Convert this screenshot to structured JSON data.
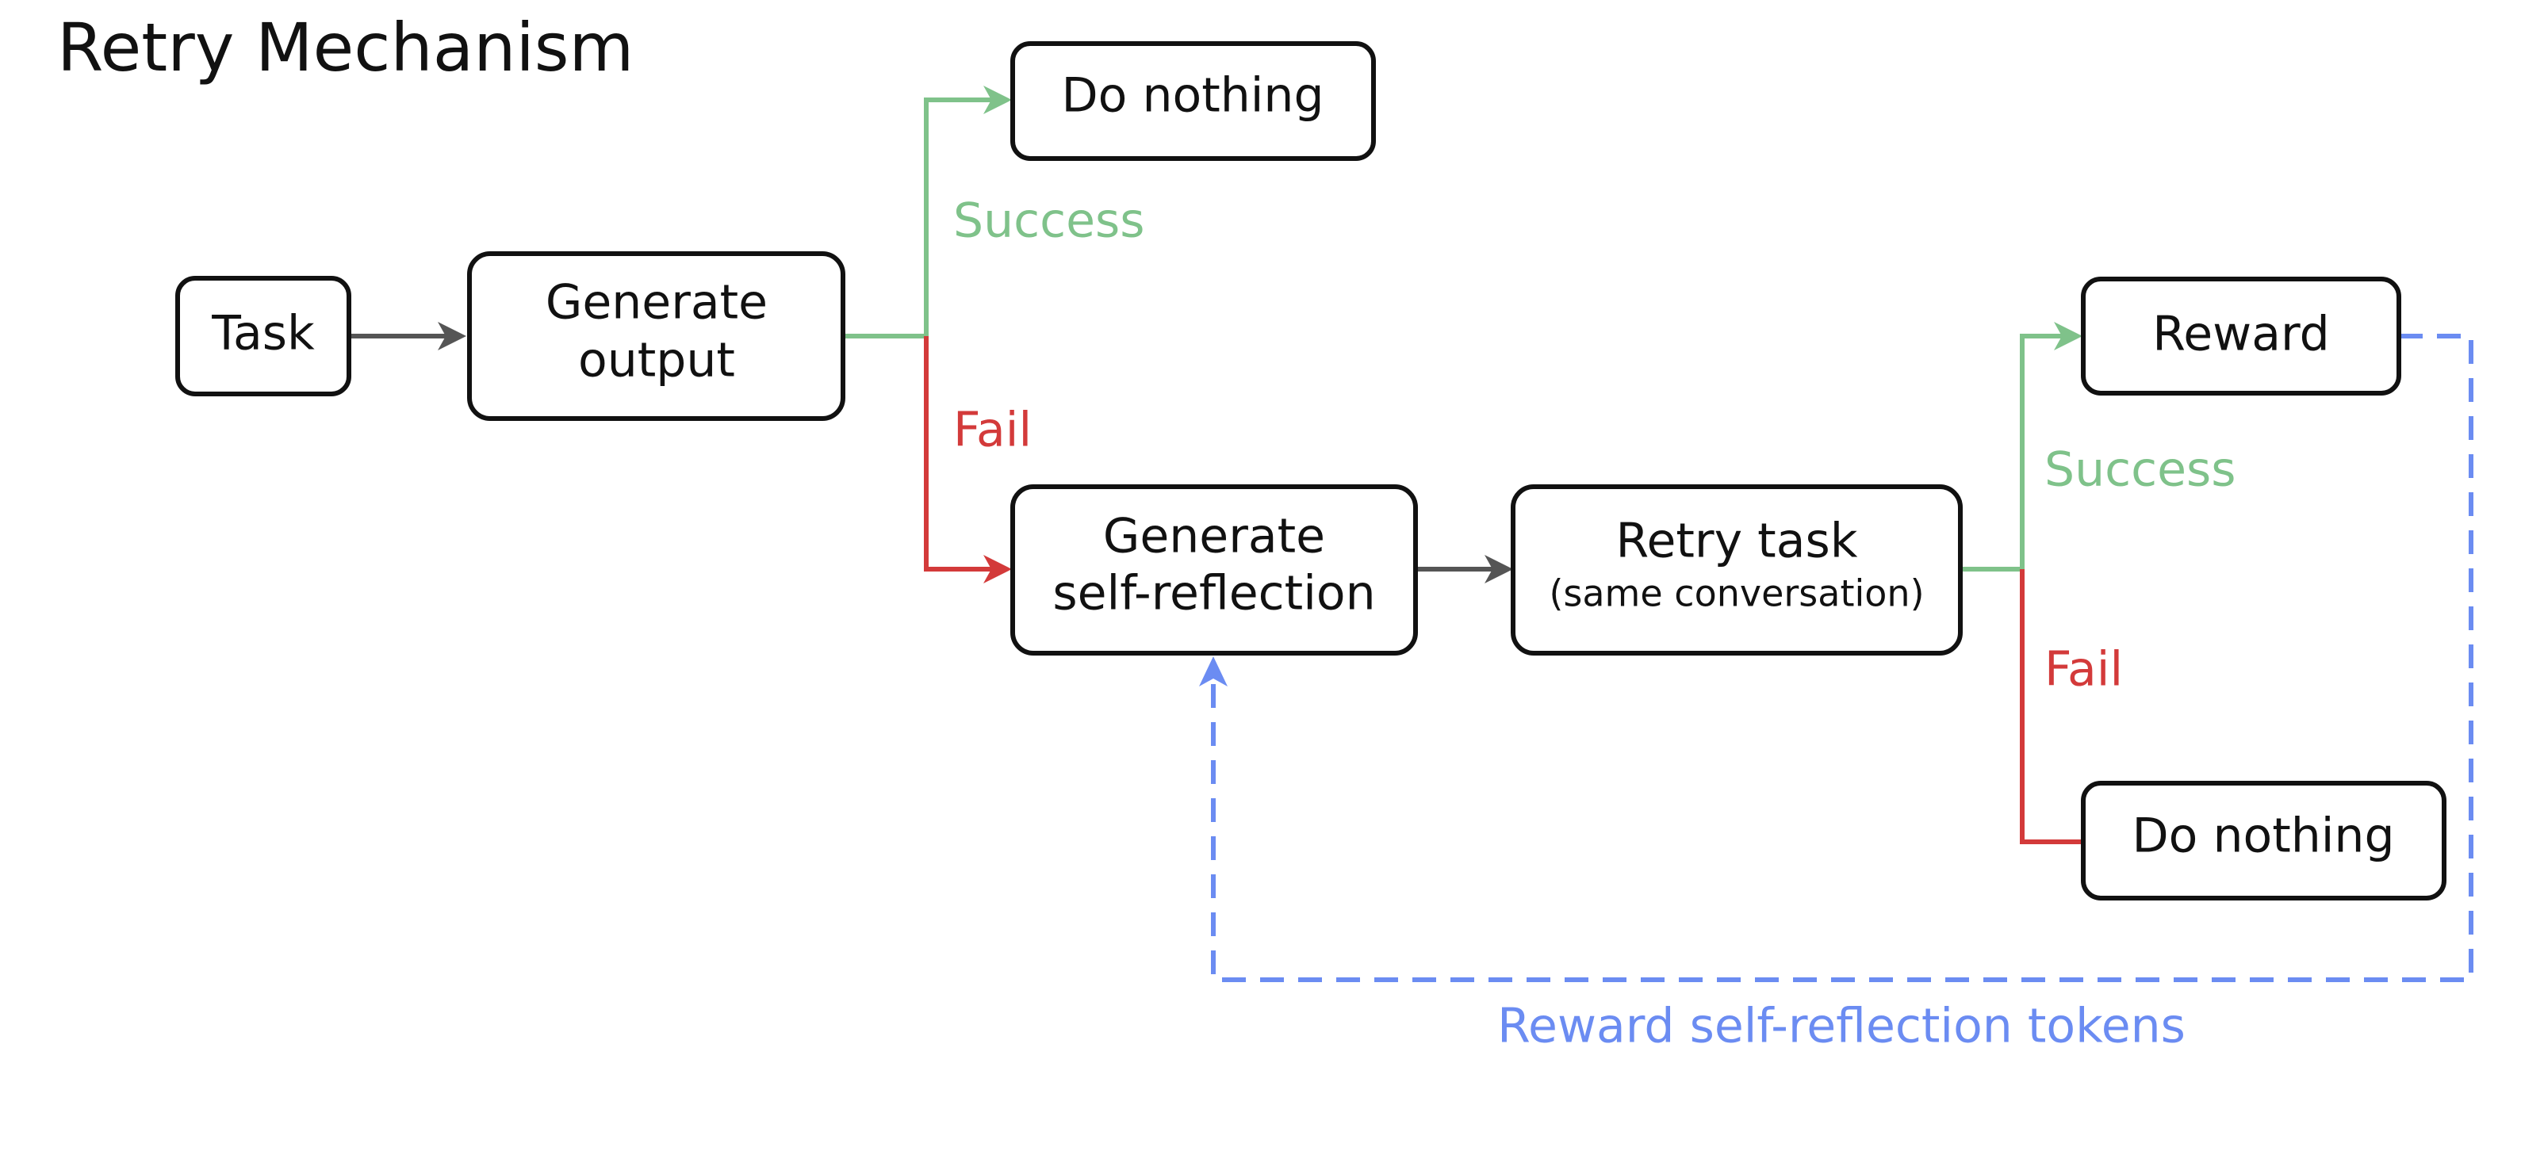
{
  "title": "Retry Mechanism",
  "colors": {
    "success": "#7fc28a",
    "fail": "#d33a3a",
    "neutral": "#555555",
    "reward_loop": "#6b8cf2",
    "text": "#111111"
  },
  "nodes": {
    "task": {
      "label": "Task"
    },
    "generate_output": {
      "line1": "Generate",
      "line2": "output"
    },
    "do_nothing_top": {
      "label": "Do nothing"
    },
    "generate_self_reflection": {
      "line1": "Generate",
      "line2": "self-reflection"
    },
    "retry_task": {
      "line1": "Retry task",
      "line2": "(same conversation)"
    },
    "reward": {
      "label": "Reward"
    },
    "do_nothing_bottom": {
      "label": "Do nothing"
    }
  },
  "edge_labels": {
    "success_first": "Success",
    "fail_first": "Fail",
    "success_second": "Success",
    "fail_second": "Fail",
    "reward_loop": "Reward self-reflection tokens"
  }
}
